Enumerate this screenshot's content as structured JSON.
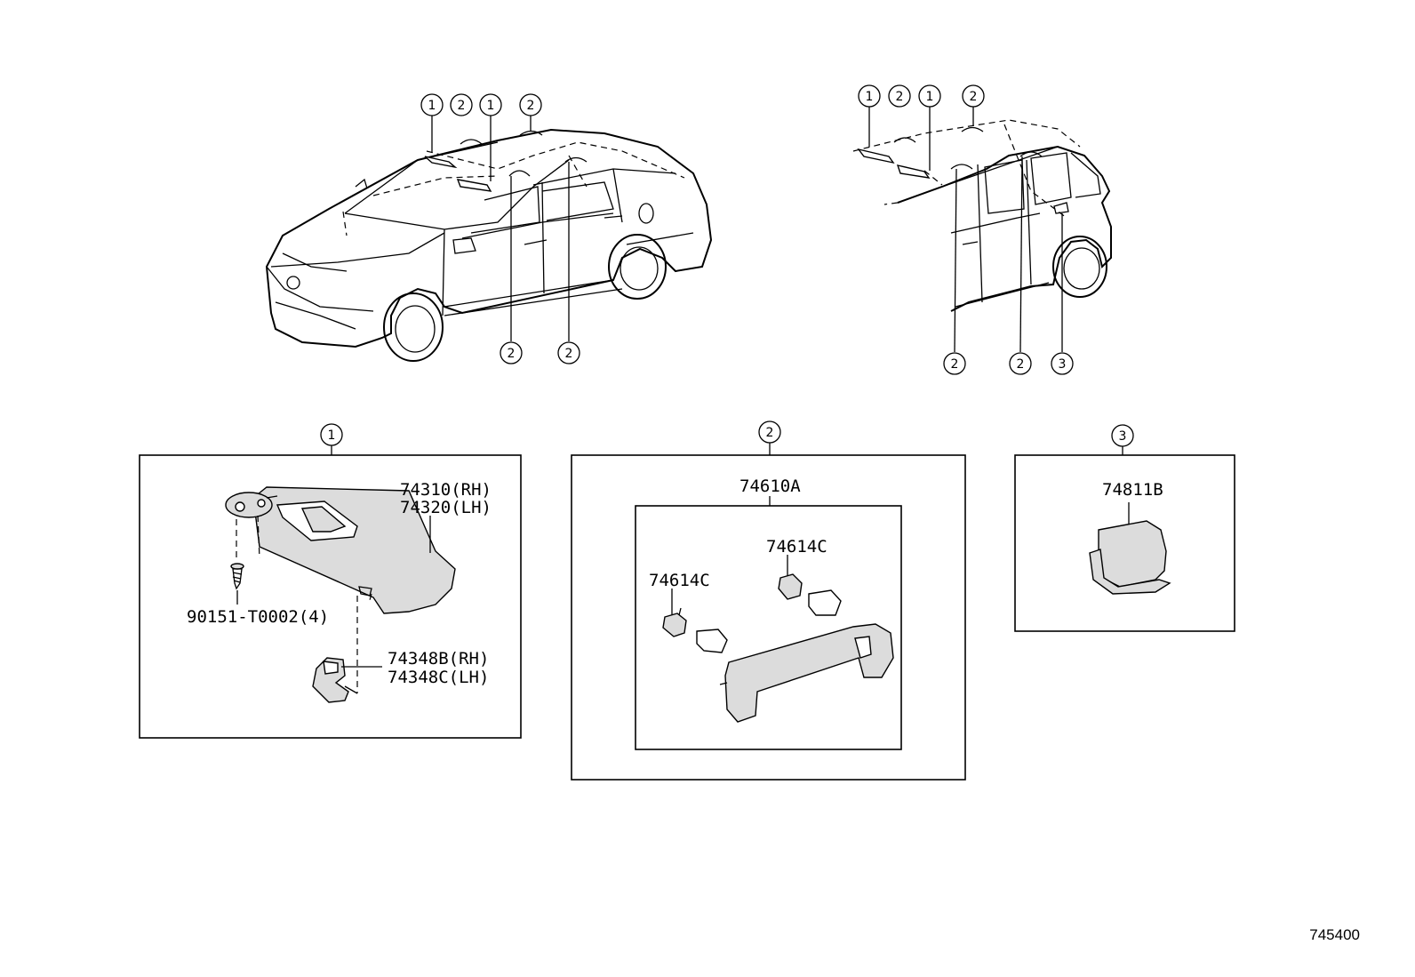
{
  "callouts": {
    "top_sedan": [
      "1",
      "2",
      "1",
      "2"
    ],
    "bottom_sedan": [
      "2",
      "2"
    ],
    "top_hatch": [
      "1",
      "2",
      "1",
      "2"
    ],
    "bottom_hatch": [
      "2",
      "2",
      "3"
    ]
  },
  "panels": {
    "visor": {
      "callout": "1",
      "part_rh": "74310(RH)",
      "part_lh": "74320(LH)",
      "screw": "90151-T0002(4)",
      "holder_rh": "74348B(RH)",
      "holder_lh": "74348C(LH)"
    },
    "grip": {
      "callout": "2",
      "assembly": "74610A",
      "clip_left": "74614C",
      "clip_right": "74614C"
    },
    "cover": {
      "callout": "3",
      "part": "74811B"
    }
  },
  "reference": "745400"
}
